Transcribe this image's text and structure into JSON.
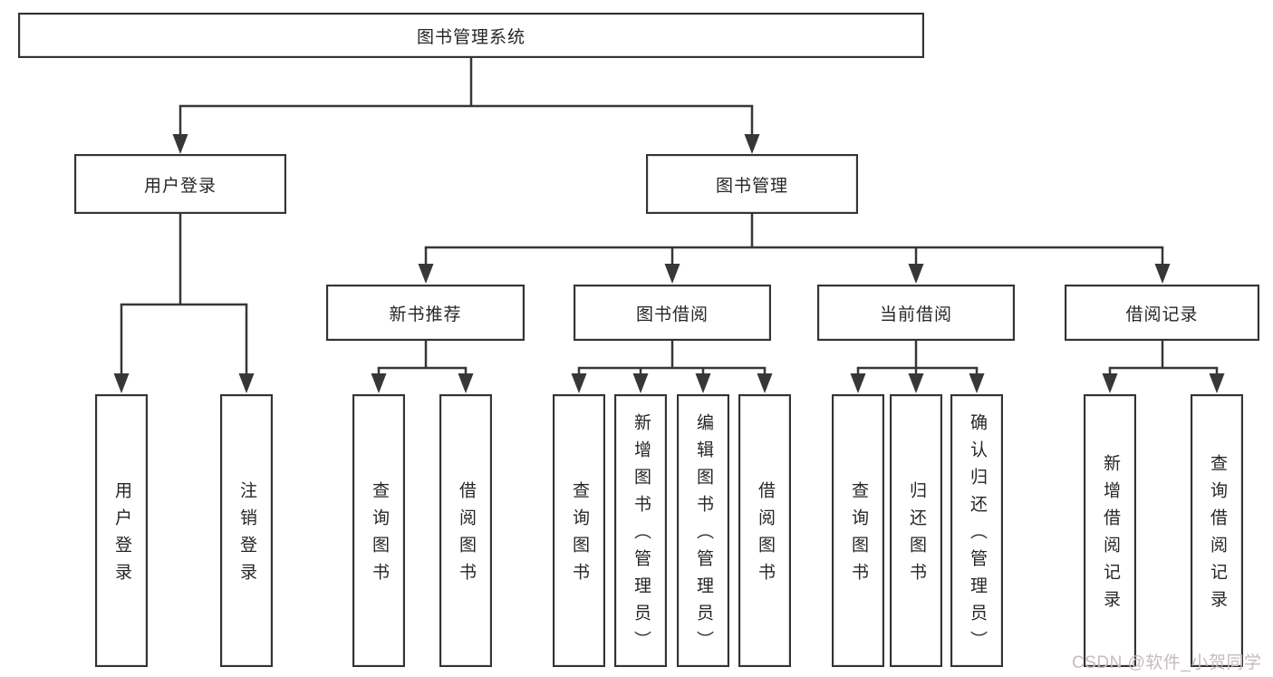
{
  "tree": {
    "root": {
      "label": "图书管理系统",
      "children": [
        {
          "label": "用户登录",
          "children": [
            {
              "label": "用户登录"
            },
            {
              "label": "注销登录"
            }
          ]
        },
        {
          "label": "图书管理",
          "children": [
            {
              "label": "新书推荐",
              "children": [
                {
                  "label": "查询图书"
                },
                {
                  "label": "借阅图书"
                }
              ]
            },
            {
              "label": "图书借阅",
              "children": [
                {
                  "label": "查询图书"
                },
                {
                  "label": "新增图书（管理员）"
                },
                {
                  "label": "编辑图书（管理员）"
                },
                {
                  "label": "借阅图书"
                }
              ]
            },
            {
              "label": "当前借阅",
              "children": [
                {
                  "label": "查询图书"
                },
                {
                  "label": "归还图书"
                },
                {
                  "label": "确认归还（管理员）"
                }
              ]
            },
            {
              "label": "借阅记录",
              "children": [
                {
                  "label": "新增借阅记录"
                },
                {
                  "label": "查询借阅记录"
                }
              ]
            }
          ]
        }
      ]
    }
  },
  "watermark": {
    "text": "CSDN @软件_小贺同学"
  },
  "colors": {
    "line": "#373737",
    "box_border": "#333333",
    "text": "#262626",
    "background": "#ffffff",
    "watermark": "#c7bac0"
  }
}
